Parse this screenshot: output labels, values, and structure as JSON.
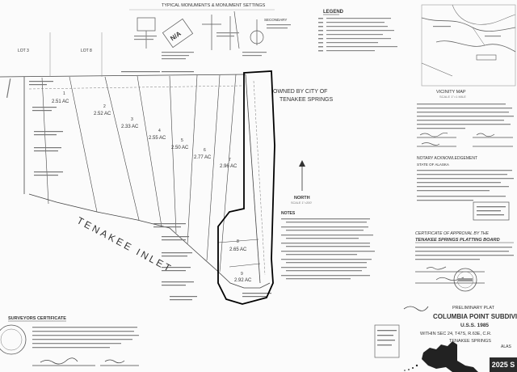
{
  "header": {
    "typical_monuments": "TYPICAL MONUMENTS & MONUMENT SETTINGS",
    "legend": "LEGEND",
    "secondary": "SECONDARY"
  },
  "lots_outside": [
    "LOT 3",
    "LOT 8"
  ],
  "owner_note": [
    "OWNED BY CITY OF",
    "TENAKEE SPRINGS"
  ],
  "water_label": "TENAKEE INLET",
  "north": {
    "label": "NORTH",
    "scale": "SCALE 1\"=200'"
  },
  "acreages": [
    "2.51 AC",
    "2.52 AC",
    "2.33 AC",
    "2.55 AC",
    "2.50 AC",
    "2.77 AC",
    "2.96 AC",
    "2.65 AC",
    "2.92 AC"
  ],
  "lot_numbers": [
    "1",
    "2",
    "3",
    "4",
    "5",
    "6",
    "7",
    "8",
    "9"
  ],
  "vicinity_map": {
    "title": "VICINITY MAP",
    "scale": "SCALE 1\"=1 MILE"
  },
  "certificates": {
    "approval": "CERTIFICATE OF APPROVAL BY THE",
    "board": "TENAKEE SPRINGS PLATTING BOARD",
    "notary": "NOTARY ACKNOWLEDGEMENT",
    "state": "STATE OF ALASKA",
    "surveyors": "SURVEYORS CERTIFICATE"
  },
  "notes_title": "NOTES",
  "title_block": {
    "kind": "PRELIMINARY PLAT",
    "name": "COLUMBIA POINT SUBDIVISI",
    "survey": "U.S.S. 1985",
    "within": "WITHIN SEC 24, T47S, R.63E, C.R.",
    "place": "TENAKEE SPRINGS",
    "state_abbr": "ALAS"
  },
  "badge": "2025 S",
  "colors": {
    "ink": "#333333",
    "highlight": "#000000",
    "paper": "#fbfbfb"
  }
}
